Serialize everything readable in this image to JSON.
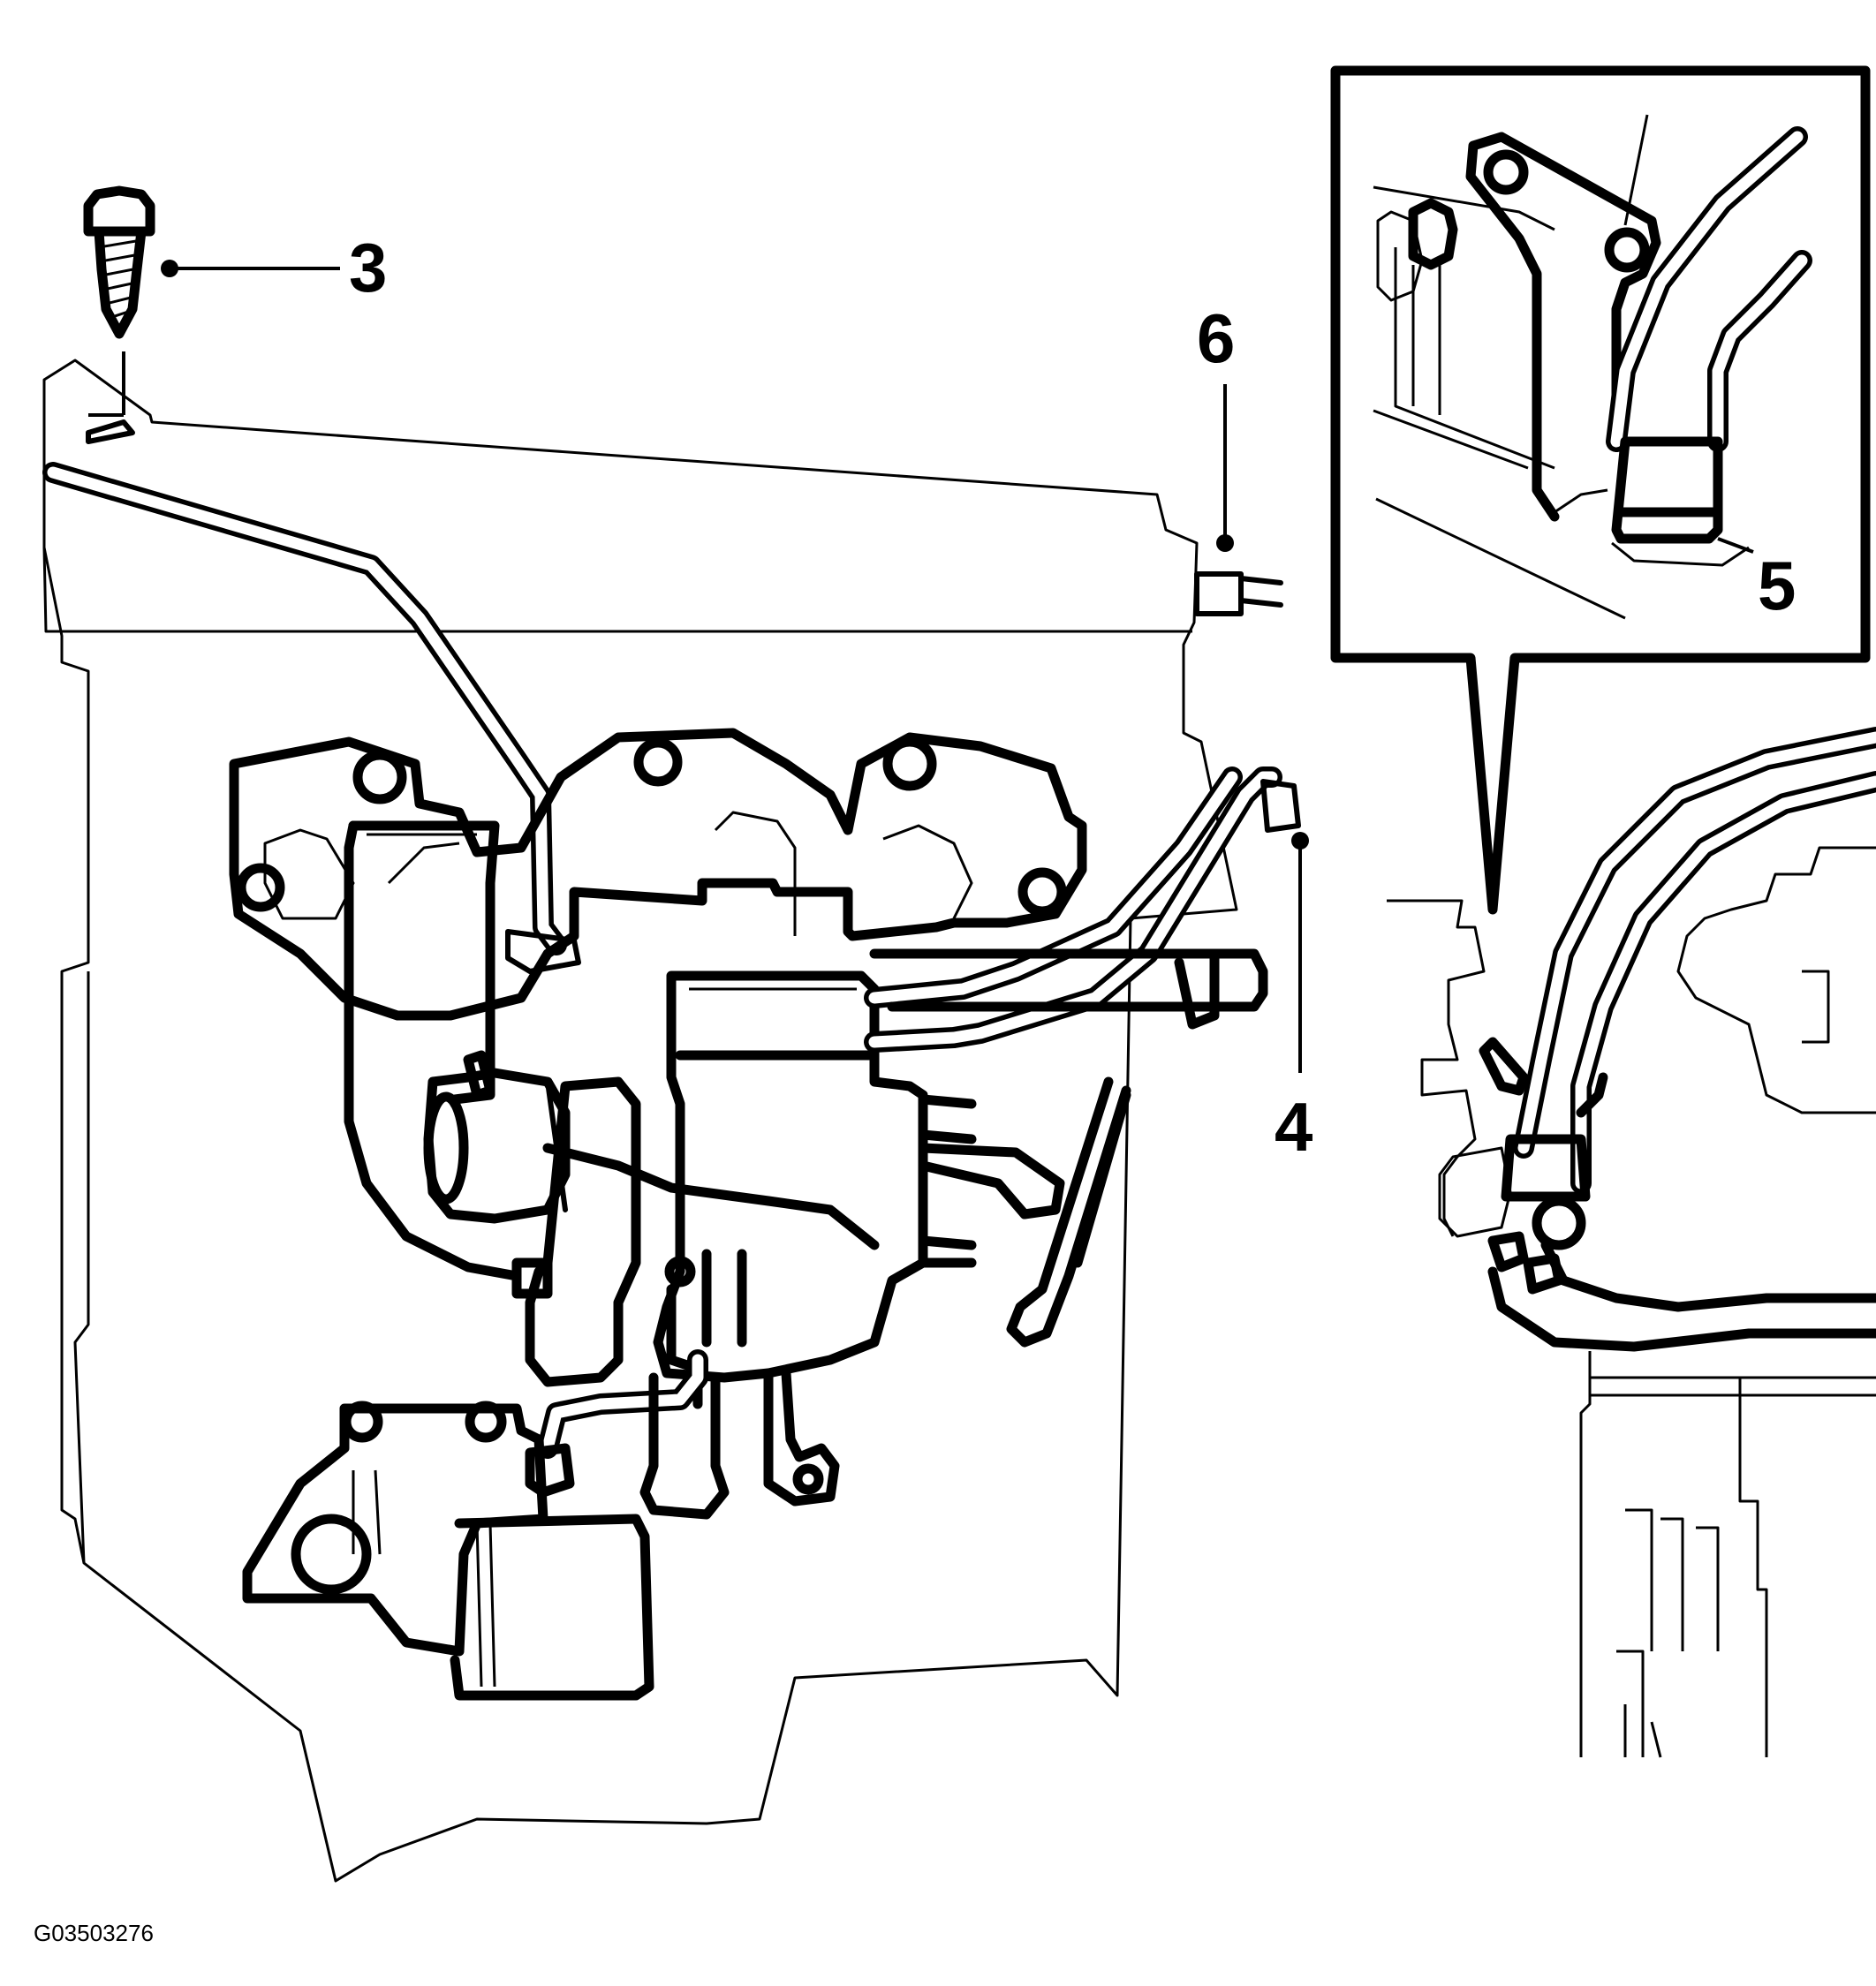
{
  "diagram": {
    "callouts": [
      {
        "id": "callout-3",
        "label": "3"
      },
      {
        "id": "callout-6",
        "label": "6"
      },
      {
        "id": "callout-4",
        "label": "4"
      },
      {
        "id": "callout-5",
        "label": "5"
      }
    ],
    "figure_id": "G03503276"
  }
}
